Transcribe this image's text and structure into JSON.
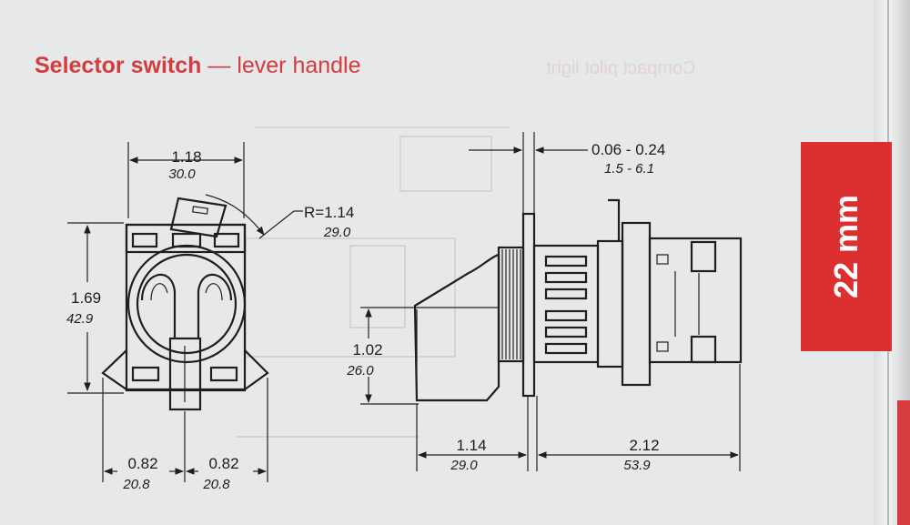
{
  "title": {
    "bold": "Selector switch",
    "dash": " — ",
    "rest": "lever handle"
  },
  "ghost_text": "Compact pilot light",
  "side_tab": {
    "label": "22 mm",
    "color": "#dc2f30"
  },
  "front_view": {
    "width": {
      "in": "1.18",
      "mm": "30.0"
    },
    "radius": {
      "in": "R=1.14",
      "mm": "29.0"
    },
    "height": {
      "in": "1.69",
      "mm": "42.9"
    },
    "left_offset": {
      "in": "0.82",
      "mm": "20.8"
    },
    "right_offset": {
      "in": "0.82",
      "mm": "20.8"
    }
  },
  "side_view": {
    "panel": {
      "in": "0.06 - 0.24",
      "mm": "1.5 - 6.1"
    },
    "handle_height": {
      "in": "1.02",
      "mm": "26.0"
    },
    "front_depth": {
      "in": "1.14",
      "mm": "29.0"
    },
    "rear_depth": {
      "in": "2.12",
      "mm": "53.9"
    }
  },
  "colors": {
    "accent": "#d43c3e",
    "line": "#1e1e1e",
    "paper": "#e6e8e9"
  }
}
